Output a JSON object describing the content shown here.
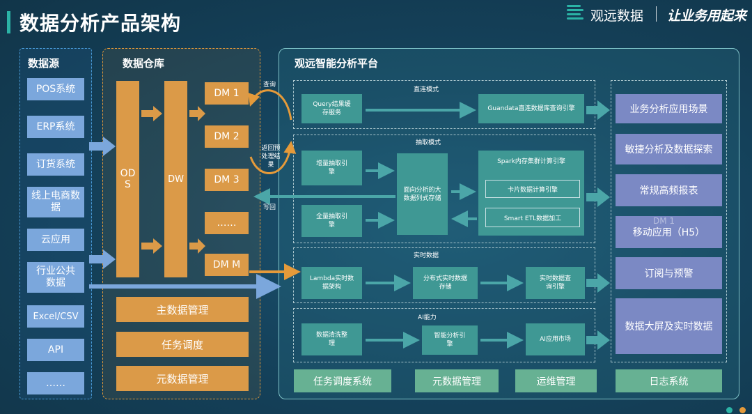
{
  "header": {
    "title": "数据分析产品架构",
    "logo_text": "观远数据",
    "slogan": "让业务用起来"
  },
  "sources": {
    "title": "数据源",
    "items": [
      "POS系统",
      "ERP系统",
      "订货系统",
      "线上电商数据",
      "云应用",
      "行业公共数据",
      "Excel/CSV",
      "API",
      "……"
    ]
  },
  "warehouse": {
    "title": "数据仓库",
    "ods": "ODS",
    "dw": "DW",
    "dms": [
      "DM 1",
      "DM 2",
      "DM 3",
      "……",
      "DM M"
    ],
    "management": [
      "主数据管理",
      "任务调度",
      "元数据管理"
    ]
  },
  "connectors": {
    "query": "查询",
    "return": "返回预处理结果",
    "writeback": "写回"
  },
  "platform": {
    "title": "观远智能分析平台",
    "direct": {
      "title": "直连模式",
      "query_cache": "Query结果缓存服务",
      "engine": "Guandata直连数据库查询引擎"
    },
    "extract": {
      "title": "抽取模式",
      "incremental": "增量抽取引擎",
      "full": "全量抽取引擎",
      "columnar": "面向分析的大数据列式存储",
      "spark": "Spark内存集群计算引擎",
      "card": "卡片数据计算引擎",
      "etl": "Smart ETL数据加工"
    },
    "realtime": {
      "title": "实时数据",
      "lambda": "Lambda实时数据架构",
      "storage": "分布式实时数据存储",
      "query": "实时数据查询引擎"
    },
    "ai": {
      "title": "AI能力",
      "cleaning": "数据清洗整理",
      "engine": "智能分析引擎",
      "market": "AI应用市场"
    },
    "scenarios": [
      "业务分析应用场景",
      "敏捷分析及数据探索",
      "常规高频报表",
      "移动应用（H5）",
      "订阅与预警",
      "数据大屏及实时数据"
    ],
    "scenario_overlay": "DM 1",
    "bottom": [
      "任务调度系统",
      "元数据管理",
      "运维管理",
      "日志系统"
    ]
  },
  "colors": {
    "background": "#15435d",
    "source_box": "#7ba7dc",
    "warehouse_box": "#db9a48",
    "module_box": "#3f9894",
    "scenario_box": "#7b89c4",
    "system_box": "#67b193",
    "accent": "#2bb3a6"
  }
}
